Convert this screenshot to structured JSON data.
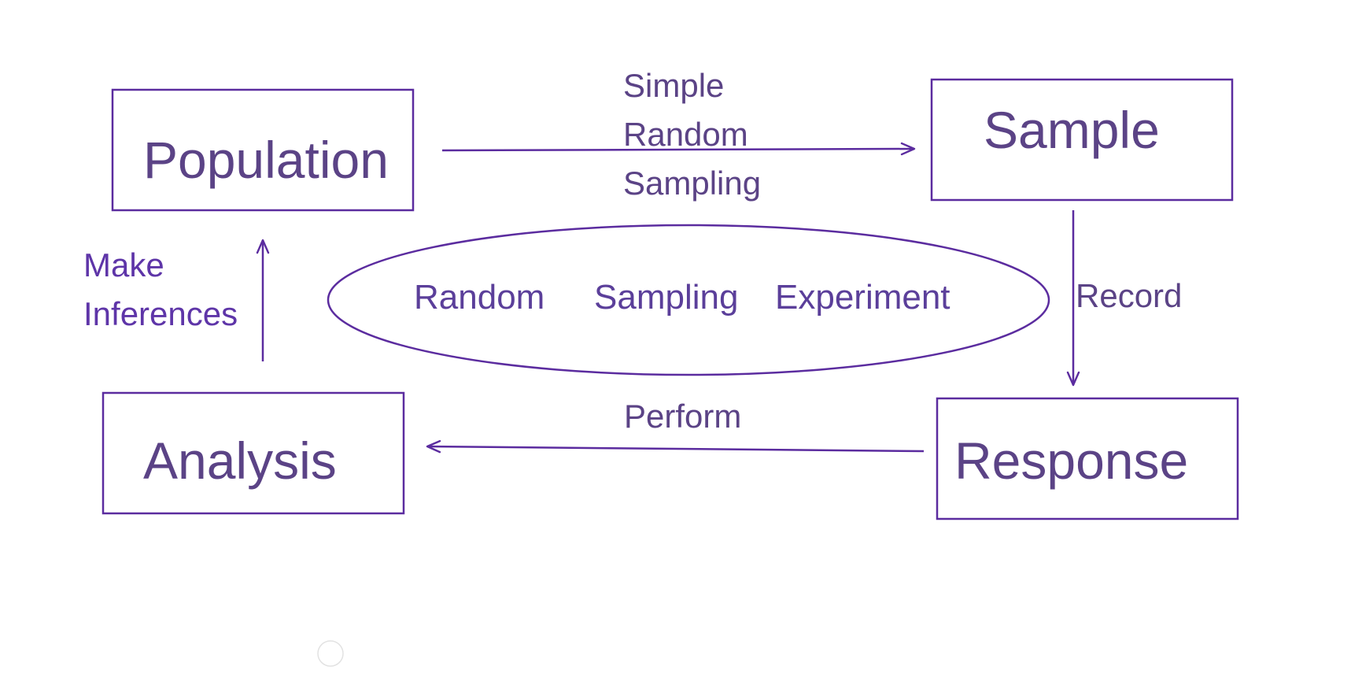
{
  "colors": {
    "stroke": "#5b2c9f",
    "box_text": "#5b4386",
    "label_text": "#5b4386",
    "faint_circle": "#e2e2e2"
  },
  "nodes": {
    "population": "Population",
    "sample": "Sample",
    "response": "Response",
    "analysis": "Analysis"
  },
  "edges": {
    "population_to_sample": [
      "Simple",
      "Random",
      "Sampling"
    ],
    "sample_to_response": "Record",
    "response_to_analysis": "Perform",
    "analysis_to_population": [
      "Make",
      "Inferences"
    ]
  },
  "ellipse": {
    "items": [
      "Random",
      "Sampling",
      "Experiment"
    ]
  }
}
